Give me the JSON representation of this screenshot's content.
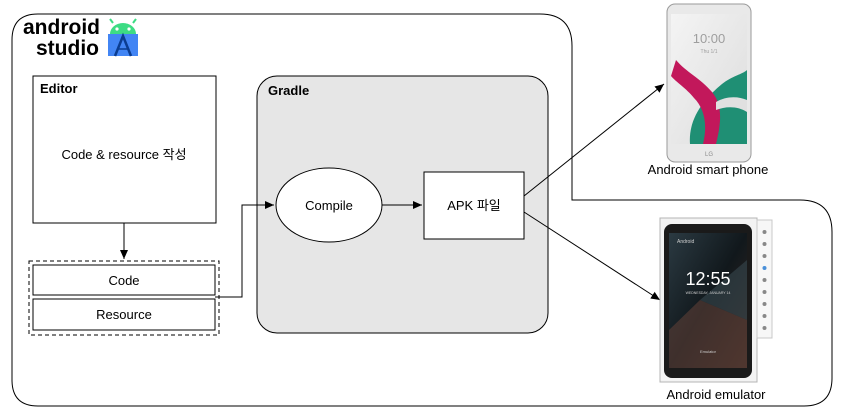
{
  "brand": {
    "line1": "android",
    "line2": "studio"
  },
  "editor": {
    "title": "Editor",
    "body": "Code & resource 작성"
  },
  "sources": {
    "code": "Code",
    "resource": "Resource"
  },
  "gradle": {
    "title": "Gradle",
    "compile": "Compile",
    "apk": "APK 파일"
  },
  "phone": {
    "caption": "Android smart phone",
    "time": "10:00",
    "date": "Thu 1/1",
    "brand": "LG"
  },
  "emulator": {
    "caption": "Android emulator",
    "time": "12:55",
    "date": "WEDNESDAY, JANUARY 14",
    "top_label": "Android",
    "bottom_label": "Emulator"
  },
  "colors": {
    "android_green": "#3ddc84",
    "android_blue": "#4285f4",
    "gradle_fill": "#e6e6e6"
  }
}
